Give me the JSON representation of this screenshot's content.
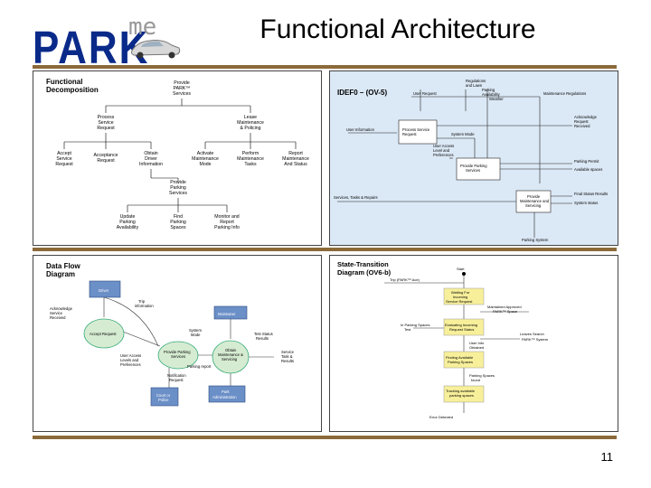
{
  "header": {
    "logo_main": "PARK",
    "logo_sup": "me",
    "title": "Functional Architecture"
  },
  "panels": {
    "functional_decomposition": {
      "title_line1": "Functional",
      "title_line2": "Decomposition",
      "root": [
        "Provide",
        "PARK™",
        "Services"
      ],
      "level1": [
        [
          "Process",
          "Service",
          "Request"
        ],
        [
          "Lease",
          "Maintenance",
          "& Policing"
        ]
      ],
      "level2": [
        [
          "Accept",
          "Service",
          "Request"
        ],
        [
          "Acceptance",
          "Request"
        ],
        [
          "Obtain",
          "Driver",
          "Information"
        ],
        [
          "Activate",
          "Maintenance",
          "Mode"
        ],
        [
          "Perform",
          "Maintenance",
          "Tasks"
        ],
        [
          "Report",
          "Maintenance",
          "And Status"
        ]
      ],
      "level3": [
        "Provide",
        "Parking",
        "Services"
      ],
      "level4": [
        [
          "Update",
          "Parking",
          "Availability"
        ],
        [
          "Find",
          "Parking",
          "Spaces"
        ],
        [
          "Monitor and",
          "Report",
          "Parking Info"
        ]
      ]
    },
    "idef0": {
      "title": "IDEF0 – (OV-5)",
      "labels": [
        "Regulations",
        "and Laws",
        "Parking",
        "Availability",
        "Weather",
        "User Request",
        "Maintenance Regulations",
        "Acknowledge",
        "Request",
        "Received",
        "User Information",
        "Process Service",
        "Request",
        "System Mode",
        "User Access",
        "Level and",
        "Preferences",
        "Provide Parking",
        "Services",
        "Parking Permit",
        "Available spaces",
        "Services, Tasks & Repairs",
        "Provide",
        "Maintenance and",
        "Servicing",
        "Final Status Results",
        "System status",
        "Parking System"
      ]
    },
    "data_flow": {
      "title_line1": "Data Flow",
      "title_line2": "Diagram",
      "labels": [
        "Driver",
        "Trip",
        "information",
        "Acknowledge",
        "Service",
        "Received",
        "Accept Request",
        "Maintainer",
        "System",
        "Mode",
        "Test Status",
        "Results",
        "User Access",
        "Levels and",
        "Preferences",
        "Provide Parking",
        "Services",
        "Obtain",
        "Maintenance &",
        "Servicing",
        "Service",
        "Task &",
        "Results",
        "Parking report",
        "Notification",
        "Request",
        "Court or",
        "Police",
        "Park",
        "Administration"
      ]
    },
    "state_transition": {
      "title_line1": "State-Transition",
      "title_line2": "Diagram (OV6-b)",
      "labels": [
        "Start",
        "Trip (PARK™ Ace)",
        "Waiting For",
        "Incoming",
        "Service Request",
        "Maintained Approved",
        "PARK™ Space",
        "In Parking Spaces",
        "Test",
        "Evaluating Incoming",
        "Request Status",
        "Leaves Search",
        "PARK™ System",
        "User Info",
        "Obtained",
        "Finding Available",
        "Parking Spaces",
        "Parking Spaces",
        "found",
        "Tracking available",
        "parking spaces",
        "Error Detected"
      ]
    }
  },
  "page_number": "11"
}
